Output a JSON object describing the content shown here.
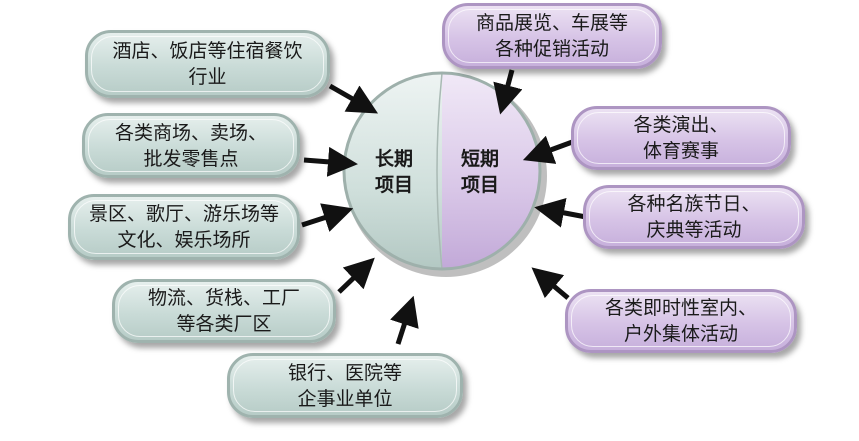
{
  "center": {
    "long_term": [
      "长期",
      "项目"
    ],
    "short_term": [
      "短期",
      "项目"
    ]
  },
  "long_term_items": [
    [
      "酒店、饭店等住宿餐饮",
      "行业"
    ],
    [
      "各类商场、卖场、",
      "批发零售点"
    ],
    [
      "景区、歌厅、游乐场等",
      "文化、娱乐场所"
    ],
    [
      "物流、货栈、工厂",
      "等各类厂区"
    ],
    [
      "银行、医院等",
      "企事业单位"
    ]
  ],
  "short_term_items": [
    [
      "商品展览、车展等",
      "各种促销活动"
    ],
    [
      "各类演出、",
      "体育赛事"
    ],
    [
      "各种名族节日、",
      "庆典等活动"
    ],
    [
      "各类即时性室内、",
      "户外集体活动"
    ]
  ],
  "colors": {
    "long_term": "#c9dbd7",
    "short_term": "#d6c3e6",
    "arrow": "#111111"
  }
}
